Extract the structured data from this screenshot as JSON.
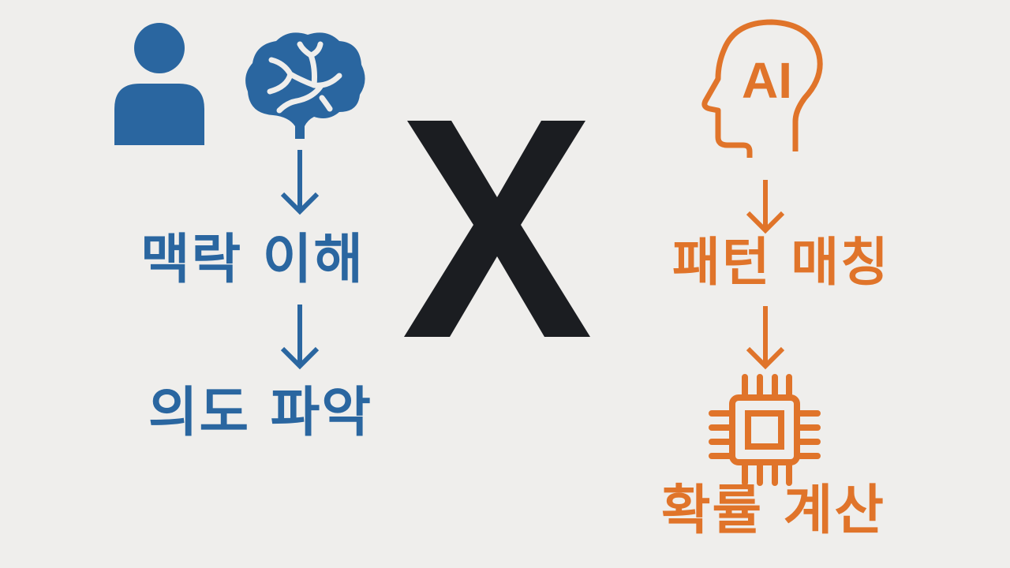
{
  "colors": {
    "human": "#2a66a0",
    "ai": "#e0742a",
    "cross": "#1b1d21",
    "background": "#efeeec"
  },
  "left": {
    "icons": [
      "person-icon",
      "brain-icon"
    ],
    "steps": [
      {
        "label": "맥락 이해"
      },
      {
        "label": "의도 파악"
      }
    ]
  },
  "center": {
    "symbol": "X"
  },
  "right": {
    "icons": [
      "ai-head-icon",
      "chip-icon"
    ],
    "head_text": "AI",
    "steps": [
      {
        "label": "패턴 매칭"
      },
      {
        "label": "확률 계산"
      }
    ]
  }
}
